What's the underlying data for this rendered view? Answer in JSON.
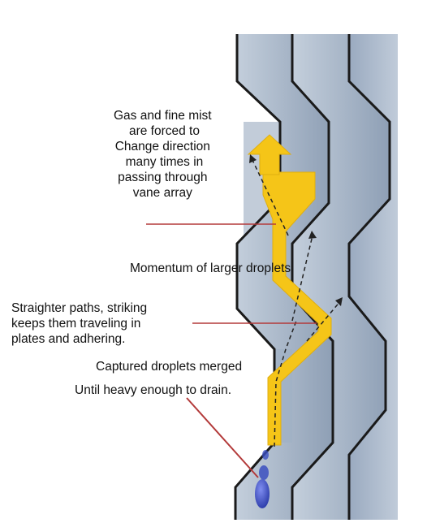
{
  "labels": {
    "gas_mist": "Gas and fine mist\n are forced to\nChange direction\n many times in\npassing through\nvane array",
    "momentum": "Momentum of larger droplets",
    "straighter": "Straighter paths, striking\nkeeps them traveling in\nplates and adhering.",
    "captured": "Captured droplets merged",
    "until_heavy": "Until heavy enough to drain."
  },
  "colors": {
    "vane_face": "#a9b7c9",
    "vane_face_dark": "#8fa0b6",
    "vane_edge": "#1a1a1a",
    "flow_arrow": "#f5c518",
    "leader_line": "#b33a3a",
    "droplet": "#3b4fc0",
    "background": "#ffffff"
  },
  "icons": {
    "flow": "flow-arrow-icon",
    "droplet": "droplet-icon"
  }
}
